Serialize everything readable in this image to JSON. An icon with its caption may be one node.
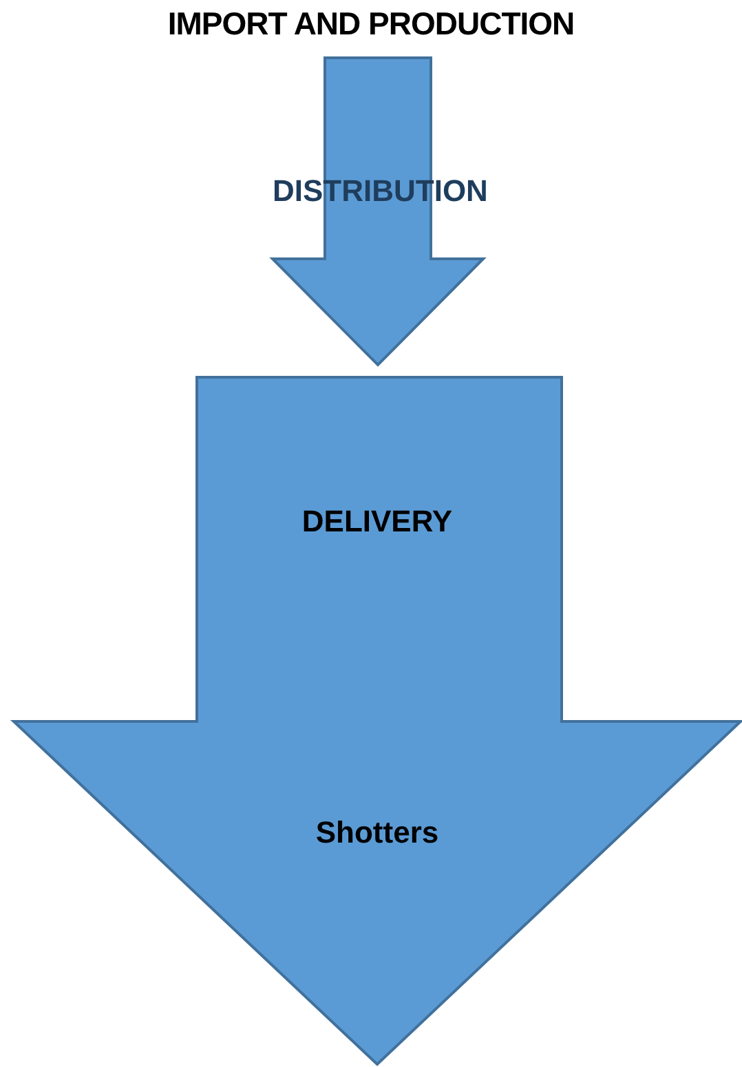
{
  "diagram": {
    "title": "IMPORT AND PRODUCTION",
    "nodes": [
      {
        "text": [
          "DISTRIBUTION"
        ]
      },
      {
        "text": [
          "DELIVERY",
          "Shotters"
        ]
      }
    ]
  }
}
